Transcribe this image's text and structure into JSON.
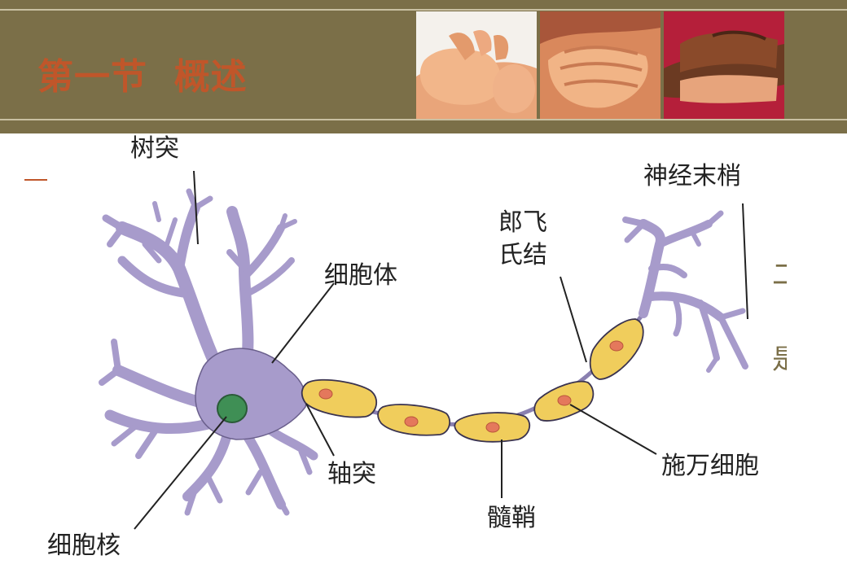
{
  "slide": {
    "title": "第一节  概述",
    "bullet_dash": "—",
    "right_marks": [
      "二",
      "是"
    ]
  },
  "photos": [
    {
      "name": "hands-photo-1"
    },
    {
      "name": "hands-photo-2"
    },
    {
      "name": "hands-photo-3"
    }
  ],
  "labels": {
    "dendrite": "树突",
    "nerve_ending": "神经末梢",
    "node_of_ranvier_1": "郎飞",
    "node_of_ranvier_2": "氏结",
    "cell_body": "细胞体",
    "axon": "轴突",
    "myelin_sheath": "髓鞘",
    "schwann_cell": "施万细胞",
    "nucleus": "细胞核"
  },
  "colors": {
    "banner": "#7b6f48",
    "title": "#c0562a",
    "neuron": "#a79bcb",
    "neuron_outline": "#3a3350",
    "nucleus": "#3f8f55",
    "myelin": "#f0cd5c",
    "myelin_nucleus": "#e4785c"
  }
}
